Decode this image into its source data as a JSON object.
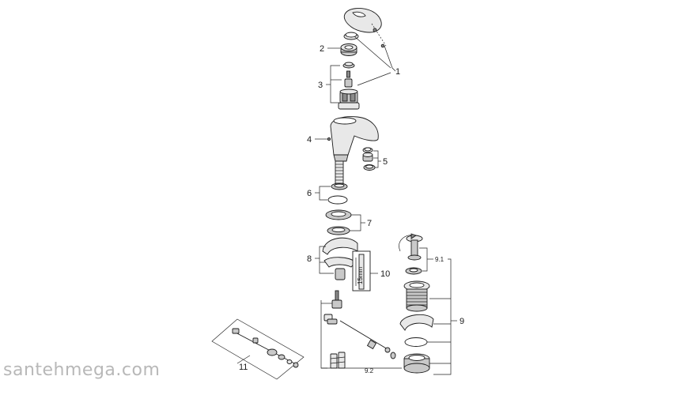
{
  "labels": {
    "p1": "1",
    "p2": "2",
    "p3": "3",
    "p4": "4",
    "p5": "5",
    "p6": "6",
    "p7": "7",
    "p8": "8",
    "p9": "9",
    "p9_1": "9.1",
    "p9_2": "9.2",
    "p10": "10",
    "p10_dim": "15mm",
    "p11": "11"
  },
  "watermark": "santehmega.com"
}
